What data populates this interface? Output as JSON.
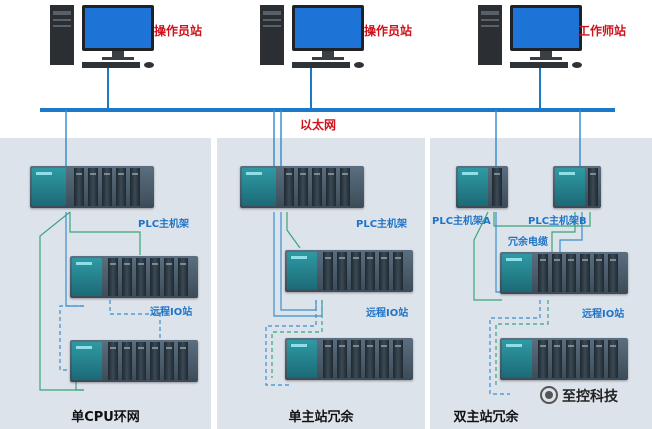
{
  "stations": [
    {
      "label": "操作员站"
    },
    {
      "label": "操作员站"
    },
    {
      "label": "工作师站"
    }
  ],
  "ethernet_label": "以太网",
  "panels": [
    {
      "title": "单CPU环网",
      "plc_label": "PLC主机架",
      "io_label": "远程IO站"
    },
    {
      "title": "单主站冗余",
      "plc_label": "PLC主机架",
      "io_label": "远程IO站"
    },
    {
      "title": "双主站冗余",
      "plc_a_label": "PLC主机架A",
      "plc_b_label": "PLC主机架B",
      "cable_label": "冗余电缆",
      "io_label": "远程IO站"
    }
  ],
  "logo": {
    "text": "至控科技",
    "icon": "swirl-logo-icon"
  },
  "colors": {
    "bus": "#1a79c9",
    "green_link": "#3aa57a",
    "red_label": "#d0121b",
    "blue_label": "#1f74c8",
    "panel": "#dde3ea"
  }
}
